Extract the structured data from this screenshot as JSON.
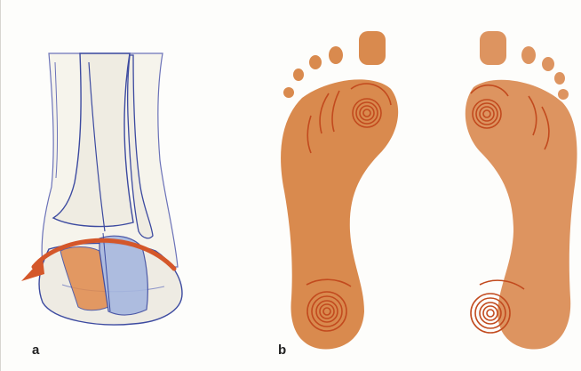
{
  "panels": {
    "a": {
      "label": "a"
    },
    "b": {
      "label": "b"
    }
  },
  "colors": {
    "foot": "#d98a4e",
    "foot_dark": "#c76a2f",
    "pressure_rings": "#c24a1e",
    "arrow": "#d4572a",
    "bone_fill": "#f1efe6",
    "bone_outline": "#3c4aa0",
    "highlight_blue": "#a6b7df",
    "highlight_orange": "#e08a4c"
  },
  "icons": [
    "ankle-illustration",
    "rotation-arrow-icon",
    "left-footprint",
    "right-footprint"
  ]
}
